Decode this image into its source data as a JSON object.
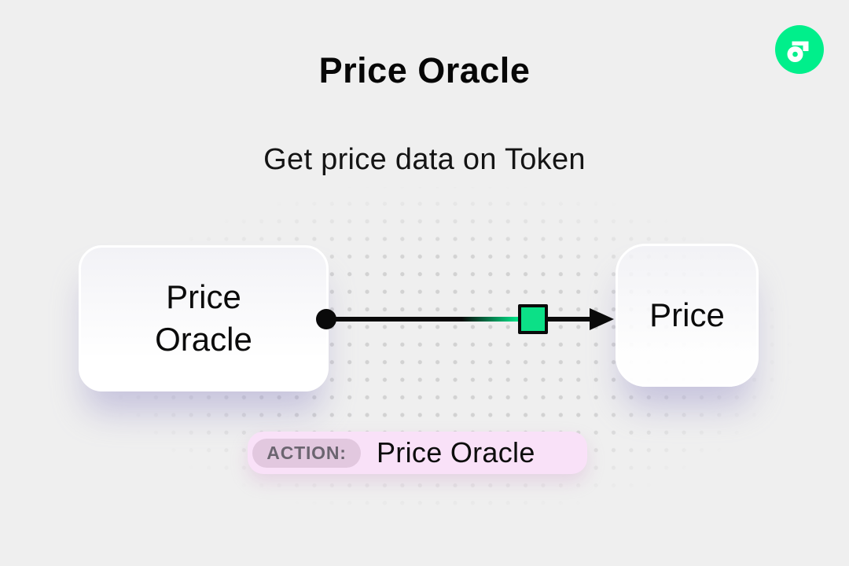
{
  "header": {
    "title": "Price Oracle",
    "subtitle": "Get price data on Token"
  },
  "logo": {
    "name": "Flow",
    "circle_color": "#00EF8B"
  },
  "diagram": {
    "source_node": {
      "label": "Price\nOracle"
    },
    "target_node": {
      "label": "Price"
    },
    "connector": {
      "type": "arrow",
      "accent_square_color": "#0CE087",
      "line_color": "#0a0a0a"
    }
  },
  "action_bar": {
    "label": "ACTION:",
    "value": "Price Oracle",
    "pill_bg": "#F9E1F8",
    "label_bg": "#E2C8DF"
  },
  "colors": {
    "background": "#efefef",
    "dot_grid": "#d2d2d2"
  }
}
